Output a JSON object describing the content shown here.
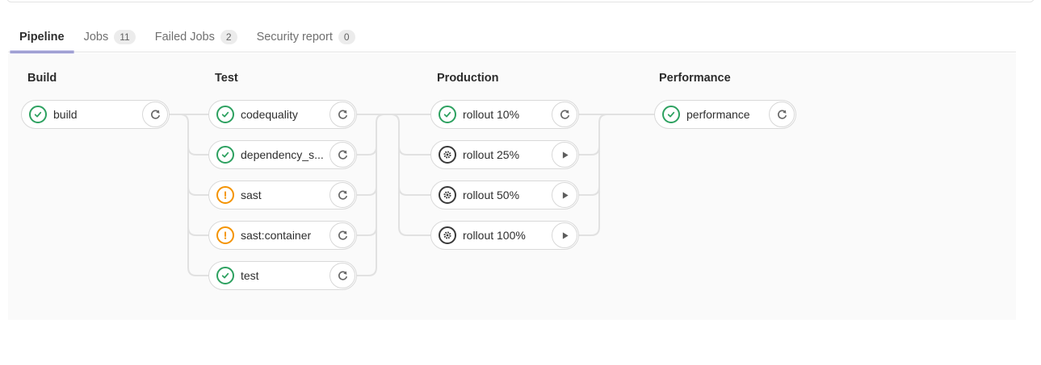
{
  "tabs": [
    {
      "label": "Pipeline",
      "active": true
    },
    {
      "label": "Jobs",
      "badge": "11",
      "active": false
    },
    {
      "label": "Failed Jobs",
      "badge": "2",
      "active": false
    },
    {
      "label": "Security report",
      "badge": "0",
      "active": false
    }
  ],
  "stages": [
    {
      "name": "Build",
      "jobs": [
        {
          "name": "build",
          "status": "success",
          "action": "retry"
        }
      ]
    },
    {
      "name": "Test",
      "jobs": [
        {
          "name": "codequality",
          "status": "success",
          "action": "retry"
        },
        {
          "name": "dependency_s...",
          "status": "success",
          "action": "retry"
        },
        {
          "name": "sast",
          "status": "warning",
          "action": "retry"
        },
        {
          "name": "sast:container",
          "status": "warning",
          "action": "retry"
        },
        {
          "name": "test",
          "status": "success",
          "action": "retry"
        }
      ]
    },
    {
      "name": "Production",
      "jobs": [
        {
          "name": "rollout 10%",
          "status": "success",
          "action": "retry"
        },
        {
          "name": "rollout 25%",
          "status": "manual",
          "action": "play"
        },
        {
          "name": "rollout 50%",
          "status": "manual",
          "action": "play"
        },
        {
          "name": "rollout 100%",
          "status": "manual",
          "action": "play"
        }
      ]
    },
    {
      "name": "Performance",
      "jobs": [
        {
          "name": "performance",
          "status": "success",
          "action": "retry"
        }
      ]
    }
  ],
  "colors": {
    "success": "#2da160",
    "warning": "#f49300",
    "manual": "#3a3a3a",
    "active_tab_underline": "#6666c4",
    "connector": "#e1e1e1",
    "panel_background": "#fafafa"
  },
  "icons": {
    "success": "check-circle-icon",
    "warning": "exclamation-circle-icon",
    "manual": "gear-circle-icon",
    "retry": "retry-icon",
    "play": "play-icon"
  }
}
